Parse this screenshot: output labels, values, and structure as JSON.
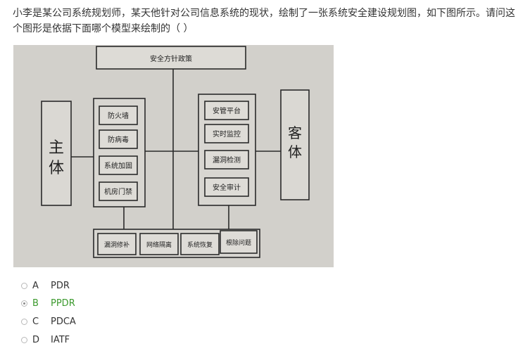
{
  "question": {
    "text": "小李是某公司系统规划师，某天他针对公司信息系统的现状，绘制了一张系统安全建设规划图，如下图所示。请问这个图形是依据下面哪个模型来绘制的（ ）"
  },
  "figure": {
    "policy": "安全方针政策",
    "subject": "主体",
    "object": "客体",
    "left_items": [
      "防火墙",
      "防病毒",
      "系统加固",
      "机房门禁"
    ],
    "right_items": [
      "安管平台",
      "实时监控",
      "漏洞检测",
      "安全审计"
    ],
    "bottom_items": [
      "漏洞修补",
      "网络隔离",
      "系统恢复",
      "根除问题"
    ]
  },
  "options": [
    {
      "letter": "A",
      "text": "PDR",
      "selected": false
    },
    {
      "letter": "B",
      "text": "PPDR",
      "selected": true
    },
    {
      "letter": "C",
      "text": "PDCA",
      "selected": false
    },
    {
      "letter": "D",
      "text": "IATF",
      "selected": false
    }
  ],
  "colors": {
    "selected_option": "#3c9a2e",
    "photo_background": "#d2d0cb"
  }
}
